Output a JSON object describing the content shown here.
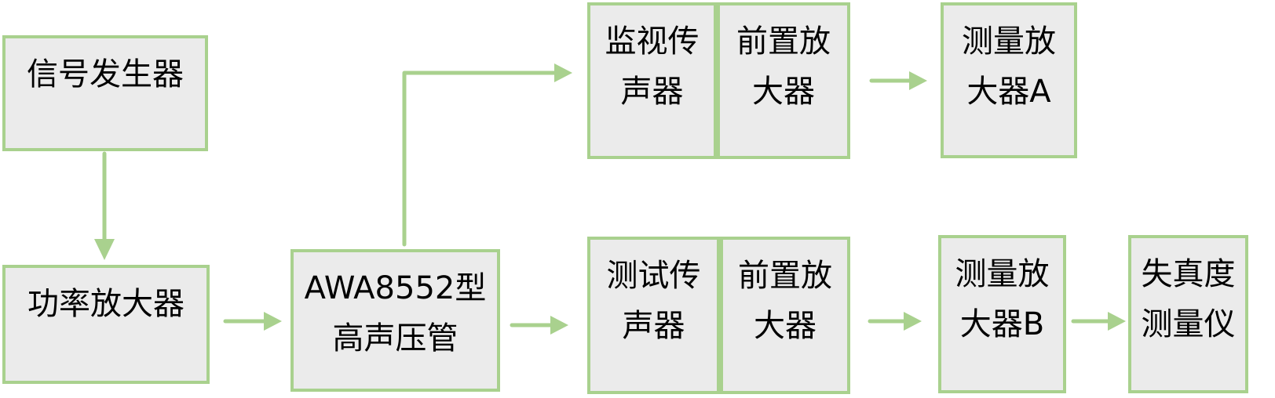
{
  "colors": {
    "box_fill": "#ebebeb",
    "box_border": "#a9d18e",
    "arrow": "#a9d18e",
    "text": "#000000",
    "background": "#ffffff"
  },
  "diagram": {
    "type": "flowchart",
    "nodes": [
      {
        "id": "signal-generator",
        "label": "信号发生器"
      },
      {
        "id": "power-amplifier",
        "label": "功率放大器"
      },
      {
        "id": "awa8552-tube",
        "label": "AWA8552型\n高声压管"
      },
      {
        "id": "monitor-microphone",
        "label": "监视传\n声器"
      },
      {
        "id": "preamplifier-top",
        "label": "前置放\n大器"
      },
      {
        "id": "measuring-amplifier-a",
        "label": "测量放\n大器A"
      },
      {
        "id": "test-microphone",
        "label": "测试传\n声器"
      },
      {
        "id": "preamplifier-bottom",
        "label": "前置放\n大器"
      },
      {
        "id": "measuring-amplifier-b",
        "label": "测量放\n大器B"
      },
      {
        "id": "distortion-meter",
        "label": "失真度\n测量仪"
      }
    ],
    "connections": [
      {
        "from": "signal-generator",
        "to": "power-amplifier"
      },
      {
        "from": "power-amplifier",
        "to": "awa8552-tube"
      },
      {
        "from": "awa8552-tube",
        "to": "monitor-microphone"
      },
      {
        "from": "awa8552-tube",
        "to": "test-microphone"
      },
      {
        "from": "preamplifier-top",
        "to": "measuring-amplifier-a"
      },
      {
        "from": "preamplifier-bottom",
        "to": "measuring-amplifier-b"
      },
      {
        "from": "measuring-amplifier-b",
        "to": "distortion-meter"
      }
    ]
  }
}
